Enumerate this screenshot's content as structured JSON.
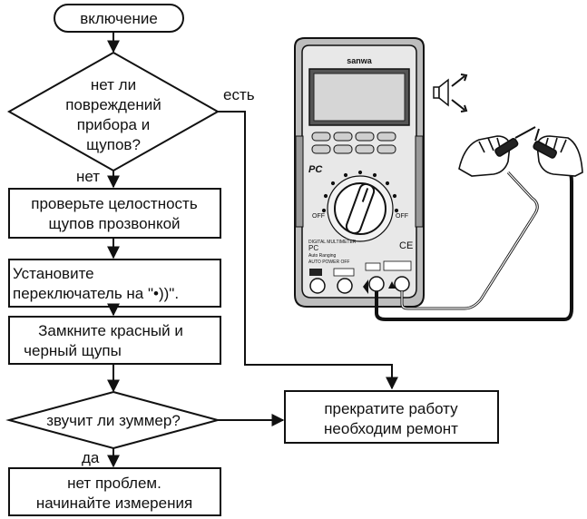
{
  "flow": {
    "start": "включение",
    "decision1": [
      "нет ли",
      "повреждений",
      "прибора и",
      "щупов?"
    ],
    "decision1_yes": "есть",
    "decision1_no": "нет",
    "step1": [
      "проверьте целостность",
      "щупов прозвонкой"
    ],
    "step2": [
      "Установите",
      "переключатель на \"•))\"."
    ],
    "step3": [
      "Замкните красный и",
      "черный щупы"
    ],
    "decision2": "звучит ли зуммер?",
    "decision2_yes": "да",
    "stop": [
      "прекратите работу",
      "необходим ремонт"
    ],
    "ok": [
      "нет проблем.",
      "начинайте измерения"
    ]
  },
  "meter": {
    "brand": "sanwa",
    "off_left": "OFF",
    "off_right": "OFF",
    "model_lines": [
      "DIGITAL MULTIMETER",
      "PC",
      "Auto Ranging",
      "AUTO POWER OFF",
      "CE"
    ],
    "ce_mark": "CE"
  },
  "colors": {
    "line": "#111111",
    "box_fill": "#ffffff",
    "meter_body": "#cfcfcf",
    "meter_dark": "#333333"
  }
}
